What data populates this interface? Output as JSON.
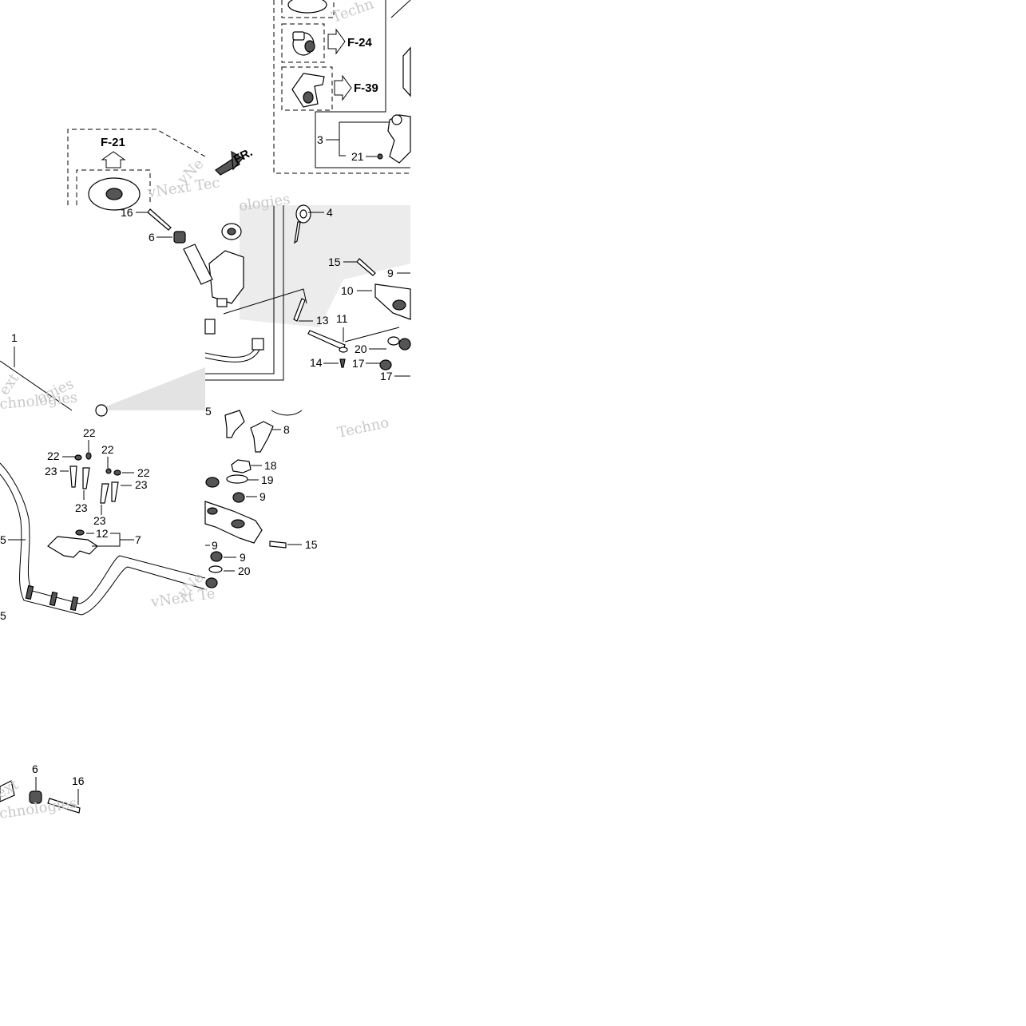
{
  "watermark": "vNext Technologies",
  "watermark_fragments": {
    "w1": "Techn",
    "w2": "vNext Tec",
    "w3": "ologies",
    "w4": "ext",
    "w5": "ogies",
    "w6": "chnologies",
    "w7": "Techno",
    "w8": "vNe",
    "w9": "vNext Te",
    "w10": "ext",
    "w11": "chnologies"
  },
  "refs": {
    "f24": "F-24",
    "f39": "F-39",
    "f21": "F-21",
    "fr": "FR."
  },
  "labels": {
    "l3": "3",
    "l21": "21",
    "l16a": "16",
    "l6a": "6",
    "l4": "4",
    "l15a": "15",
    "l9a": "9",
    "l10": "10",
    "l13": "13",
    "l11": "11",
    "l20a": "20",
    "l14": "14",
    "l17a": "17",
    "l17b": "17",
    "l1": "1",
    "l22a": "22",
    "l22b": "22",
    "l22c": "22",
    "l22d": "22",
    "l23a": "23",
    "l23b": "23",
    "l23c": "23",
    "l23d": "23",
    "l5": "5",
    "l12": "12",
    "l7": "7",
    "l8": "8",
    "l18": "18",
    "l19": "19",
    "l9b": "9",
    "l9c": "9",
    "l9d": "9",
    "l15b": "15",
    "l20b": "20",
    "l6b": "6",
    "l16b": "16",
    "l5b": "5"
  }
}
